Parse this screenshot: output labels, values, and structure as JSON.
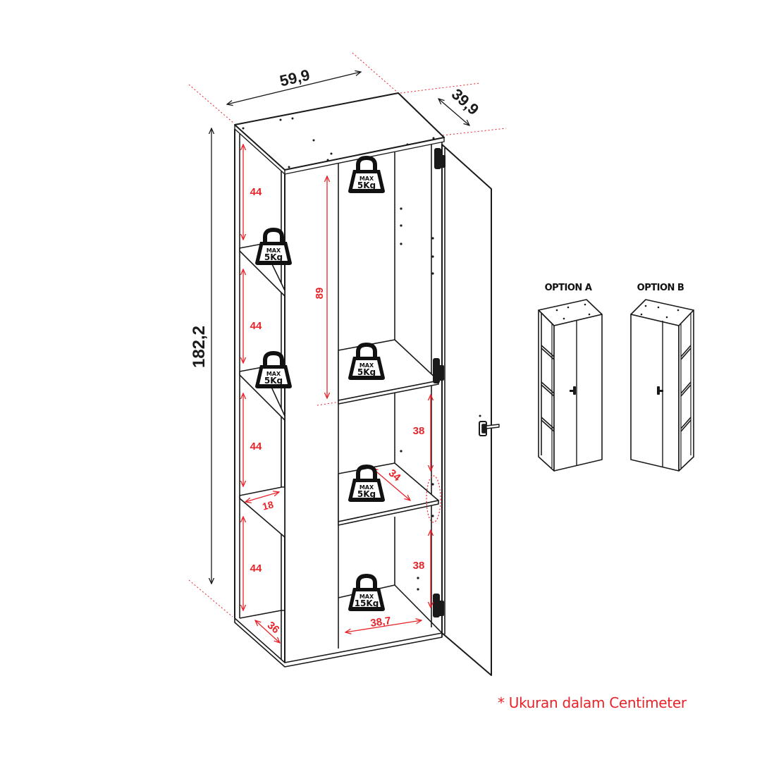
{
  "dimensions": {
    "width": "59,9",
    "depth": "39,9",
    "height": "182,2",
    "side_shelf_heights": [
      "44",
      "44",
      "44",
      "44"
    ],
    "upper_compartment_height": "89",
    "lower_compartment_heights": [
      "38",
      "38"
    ],
    "shelf_depth": "34",
    "side_shelf_depth": "18",
    "side_bottom_depth": "36",
    "inner_width": "38,7"
  },
  "weight_tags": [
    {
      "max": "MAX",
      "value": "5Kg"
    },
    {
      "max": "MAX",
      "value": "5Kg"
    },
    {
      "max": "MAX",
      "value": "5Kg"
    },
    {
      "max": "MAX",
      "value": "5Kg"
    },
    {
      "max": "MAX",
      "value": "5Kg"
    },
    {
      "max": "MAX",
      "value": "15Kg"
    }
  ],
  "options": {
    "a_label": "OPTION A",
    "b_label": "OPTION B"
  },
  "footnote": "* Ukuran dalam Centimeter",
  "colors": {
    "line": "#1a1a1a",
    "dimension_red": "#e8232a"
  }
}
